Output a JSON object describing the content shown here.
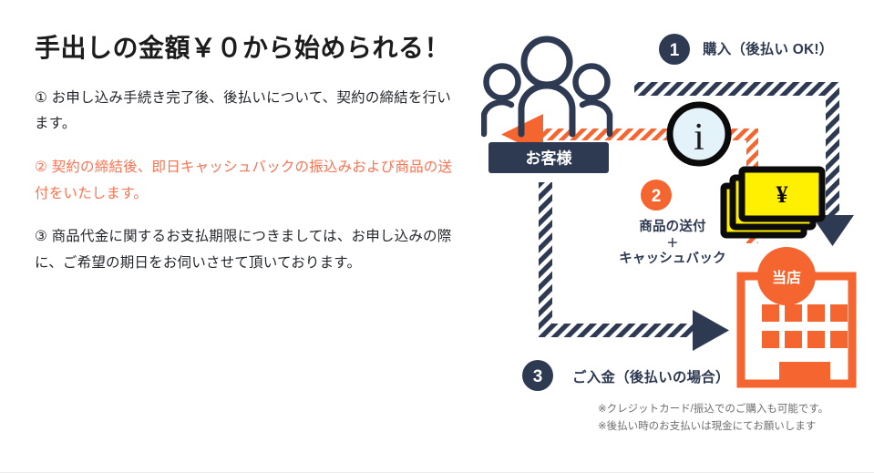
{
  "left": {
    "headline": "手出しの金額￥０から始められる！",
    "paragraphs": [
      {
        "id": "p1",
        "text": "① お申し込み手続き完了後、後払いについて、契約の締結を行います。",
        "accent": false
      },
      {
        "id": "p2",
        "text": "② 契約の締結後、即日キャッシュバックの振込みおよび商品の送付をいたします。",
        "accent": true
      },
      {
        "id": "p3",
        "text": "③ 商品代金に関するお支払期限につきましては、お申し込みの際に、ご希望の期日をお伺いさせて頂いております。",
        "accent": false
      }
    ]
  },
  "diagram": {
    "customer_badge": "お客様",
    "store_badge": "当店",
    "info_icon_glyph": "i",
    "money_glyph": "¥",
    "steps": [
      {
        "number": "1",
        "label": "購入（後払い OK!）",
        "color": "#2e3a52"
      },
      {
        "number": "2",
        "label": "",
        "color": "#f4652f"
      },
      {
        "number": "3",
        "label": "ご入金（後払いの場合）",
        "color": "#2e3a52"
      }
    ],
    "middle_label": {
      "line1": "商品の送付",
      "plus": "＋",
      "line2": "キャッシュバック"
    },
    "notes": [
      "※クレジットカード/振込でのご購入も可能です。",
      "※後払い時のお支払いは現金にてお願いします"
    ]
  },
  "colors": {
    "navy": "#2e3a52",
    "orange": "#f4652f",
    "orange_text": "#fa7352",
    "yellow": "#ffef00",
    "ice_blue": "#e4f2fa",
    "ink": "#1c1c1c",
    "note_gray": "#6e6e6e",
    "background": "#ffffff"
  }
}
